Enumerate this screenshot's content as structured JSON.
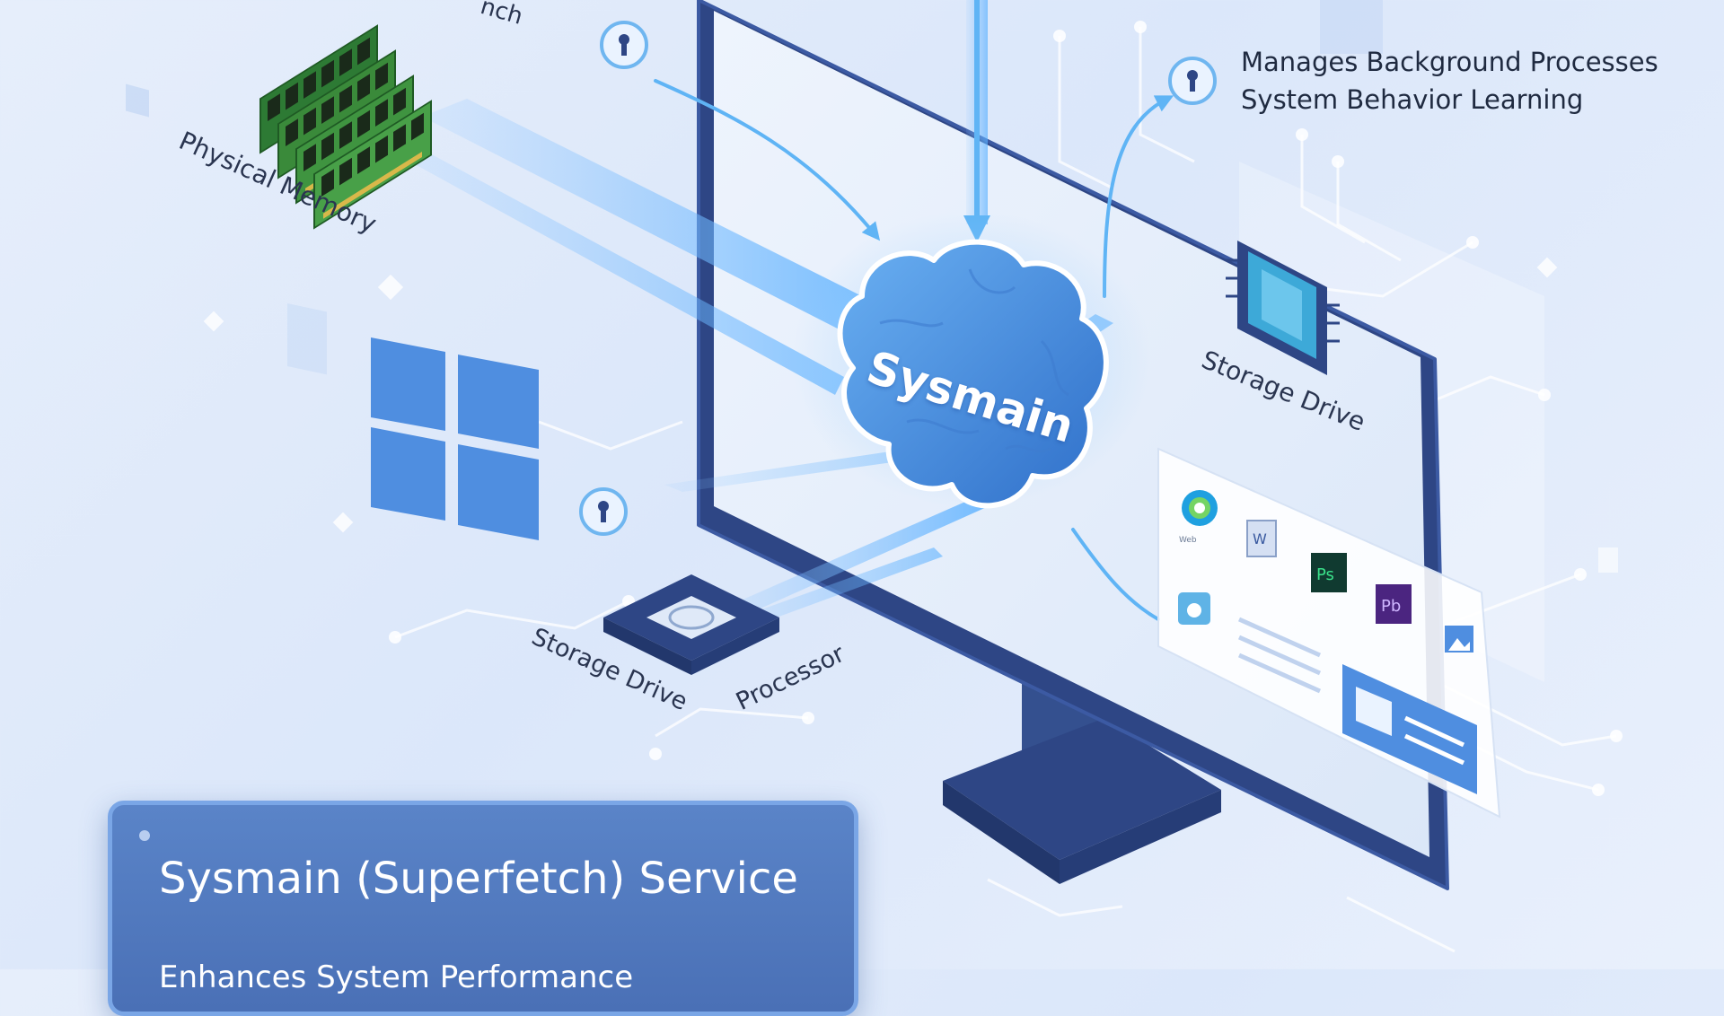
{
  "diagram": {
    "center_label": "Sysmain",
    "labels": {
      "physical_memory": "Physical Memory",
      "storage_drive_right": "Storage Drive",
      "storage_drive_left": "Storage Drive",
      "processor": "Processor",
      "prefetch_fragment": "nch",
      "top_right_line1": "Manages Background Processes",
      "top_right_line2": "System Behavior Learning"
    },
    "apps": [
      {
        "label": "Web",
        "icon": "edge-logo-icon"
      },
      {
        "label": "W",
        "icon": "word-doc-icon"
      },
      {
        "label": "Ps",
        "icon": "photoshop-icon"
      },
      {
        "label": "Pb",
        "icon": "premiere-icon"
      },
      {
        "label": "",
        "icon": "disk-app-icon"
      },
      {
        "label": "",
        "icon": "image-app-icon"
      }
    ],
    "info_card": {
      "title": "Sysmain (Superfetch) Service",
      "subtitle": "Enhances System Performance"
    },
    "icons": [
      "ram-module-icon",
      "windows-logo-icon",
      "cpu-chip-icon",
      "storage-drive-icon",
      "brain-cloud-icon",
      "monitor-icon",
      "keyhole-icon"
    ],
    "colors": {
      "background": "#e2ebfb",
      "monitor_frame": "#2e4685",
      "brain": "#4a88dc",
      "windows_logo": "#4f8ee0",
      "ram_pcb": "#3a8a3a",
      "card": "#5279c0"
    }
  }
}
